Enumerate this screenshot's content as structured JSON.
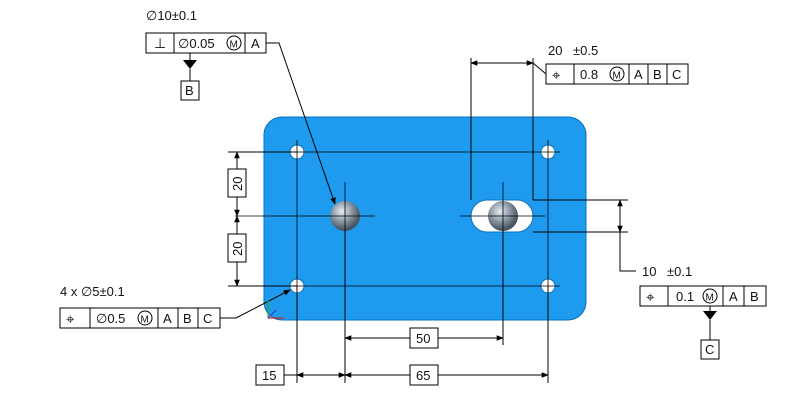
{
  "fcf_top": {
    "tolerance_value": "∅10±0.1",
    "symbol": "⊥",
    "tol": "∅0.05",
    "modifier": "M",
    "datum1": "A",
    "datum_feature": "B"
  },
  "fcf_slot_width": {
    "tolerance_value": "20",
    "tol_pm": "±0.5",
    "symbol": "⌖",
    "tol": "0.8",
    "modifier": "M",
    "datum1": "A",
    "datum2": "B",
    "datum3": "C"
  },
  "fcf_slot_height": {
    "tolerance_value": "10",
    "tol_pm": "±0.1",
    "symbol": "⌖",
    "tol": "0.1",
    "modifier": "M",
    "datum1": "A",
    "datum2": "B",
    "datum_feature": "C"
  },
  "fcf_holes": {
    "tolerance_value": "4 x ∅5±0.1",
    "symbol": "⌖",
    "tol": "∅0.5",
    "modifier": "M",
    "datum1": "A",
    "datum2": "B",
    "datum3": "C"
  },
  "dimensions": {
    "vert_upper": "20",
    "vert_lower": "20",
    "horiz_50": "50",
    "horiz_15": "15",
    "horiz_65": "65"
  },
  "colors": {
    "plate": "#1e9bef",
    "plate_edge": "#0a6fb8"
  }
}
